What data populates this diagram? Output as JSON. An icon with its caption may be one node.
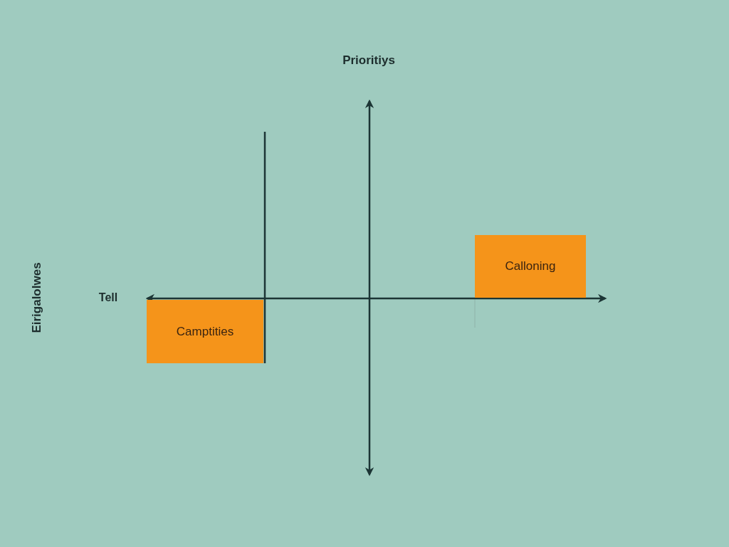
{
  "diagram": {
    "title": "Prioritiys",
    "nodes": [
      {
        "text": [
          "Calloning"
        ]
      },
      {
        "text": [
          "Camptities"
        ]
      }
    ],
    "labels": [
      "Eirigalolwes",
      "Tell"
    ]
  }
}
